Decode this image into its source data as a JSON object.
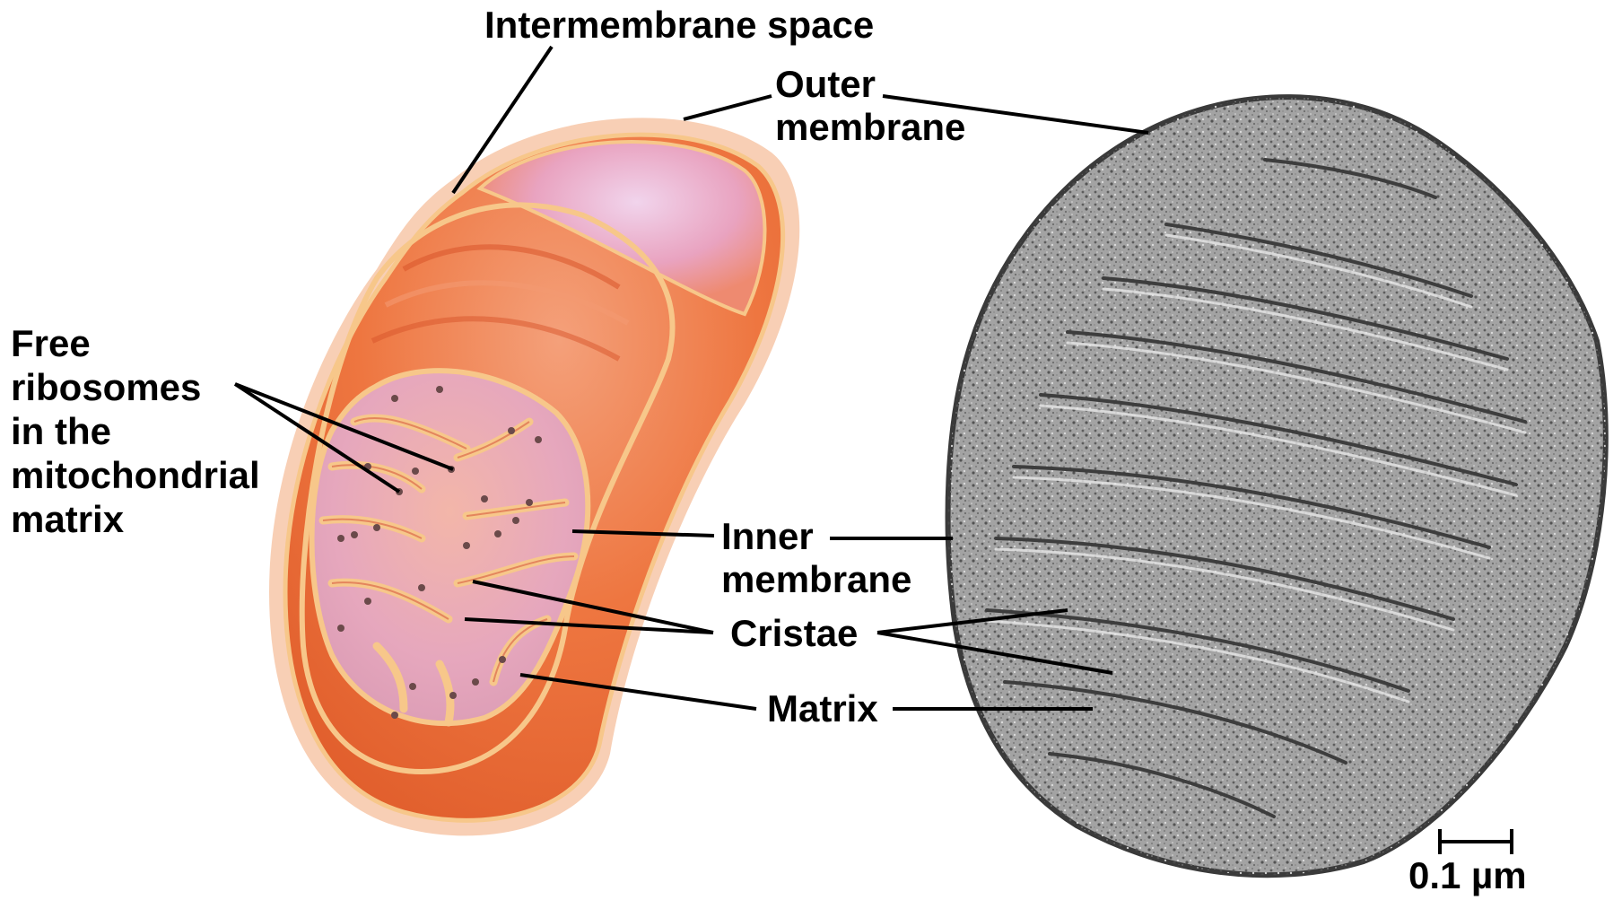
{
  "labels": {
    "intermembrane_space": "Intermembrane space",
    "outer_membrane": "Outer\nmembrane",
    "free_ribosomes": "Free\nribosomes\nin the\nmitochondrial\nmatrix",
    "inner_membrane": "Inner\nmembrane",
    "cristae": "Cristae",
    "matrix": "Matrix",
    "scale_bar": "0.1 µm"
  },
  "colors": {
    "outer_fill": "#ef7a45",
    "membrane_edge": "#f7c78a",
    "halo": "#f9cfae",
    "matrix_fill": "#e8a9b7",
    "em_fill": "#9a9a9a",
    "leader": "#000000"
  }
}
